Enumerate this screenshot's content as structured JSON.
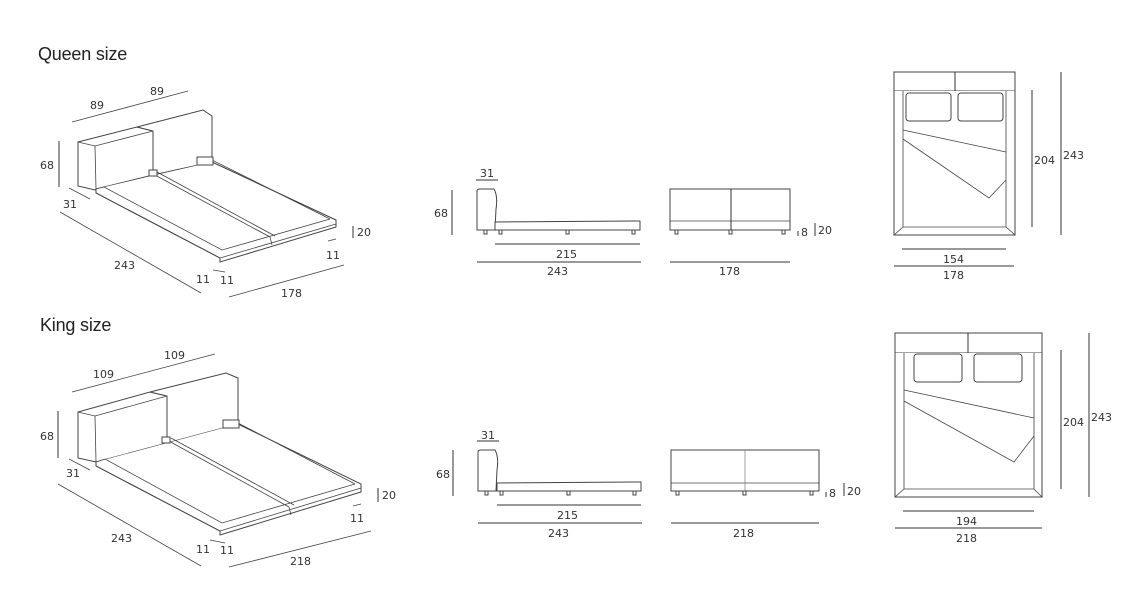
{
  "sections": [
    {
      "title": "Queen size",
      "isometric": {
        "headboard_left": "89",
        "headboard_right": "89",
        "headboard_height": "68",
        "headboard_depth": "31",
        "length": "243",
        "frame_side_a": "11",
        "frame_side_b": "11",
        "frame_side_c": "11",
        "frame_height": "20",
        "width": "178"
      },
      "side_view": {
        "headboard_depth": "31",
        "height": "68",
        "inner_length": "215",
        "total_length": "243"
      },
      "front_view": {
        "leg_height": "8",
        "frame_height": "20",
        "width": "178"
      },
      "top_view": {
        "inner_width": "154",
        "total_width": "178",
        "inner_length": "204",
        "total_length": "243"
      }
    },
    {
      "title": "King size",
      "isometric": {
        "headboard_left": "109",
        "headboard_right": "109",
        "headboard_height": "68",
        "headboard_depth": "31",
        "length": "243",
        "frame_side_a": "11",
        "frame_side_b": "11",
        "frame_side_c": "11",
        "frame_height": "20",
        "width": "218"
      },
      "side_view": {
        "headboard_depth": "31",
        "height": "68",
        "inner_length": "215",
        "total_length": "243"
      },
      "front_view": {
        "leg_height": "8",
        "frame_height": "20",
        "width": "218"
      },
      "top_view": {
        "inner_width": "194",
        "total_width": "218",
        "inner_length": "204",
        "total_length": "243"
      }
    }
  ]
}
